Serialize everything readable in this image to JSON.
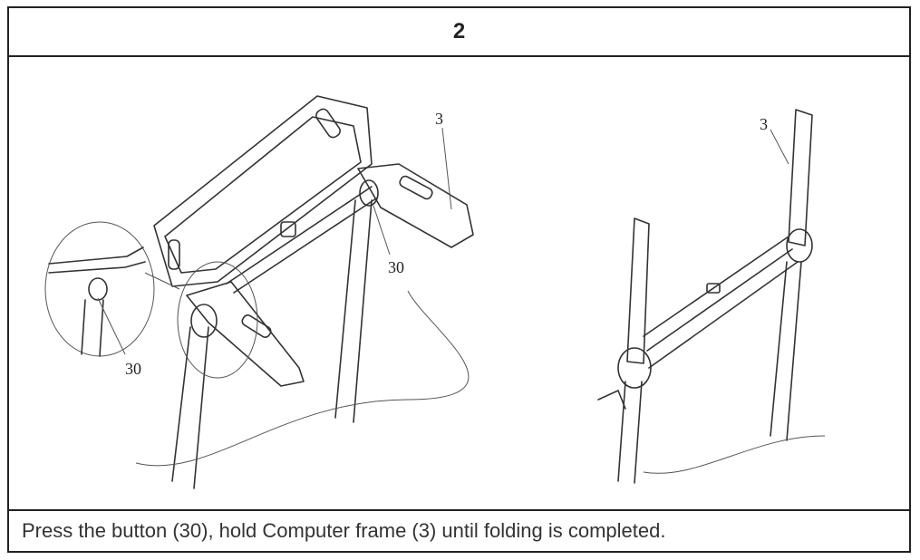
{
  "step": {
    "number": "2"
  },
  "illustration": {
    "left_callouts": {
      "frame": "3",
      "button": "30",
      "zoom_button": "30"
    },
    "right_callouts": {
      "frame": "3"
    }
  },
  "caption": {
    "text": "Press the button (30), hold Computer frame (3) until folding is completed."
  }
}
